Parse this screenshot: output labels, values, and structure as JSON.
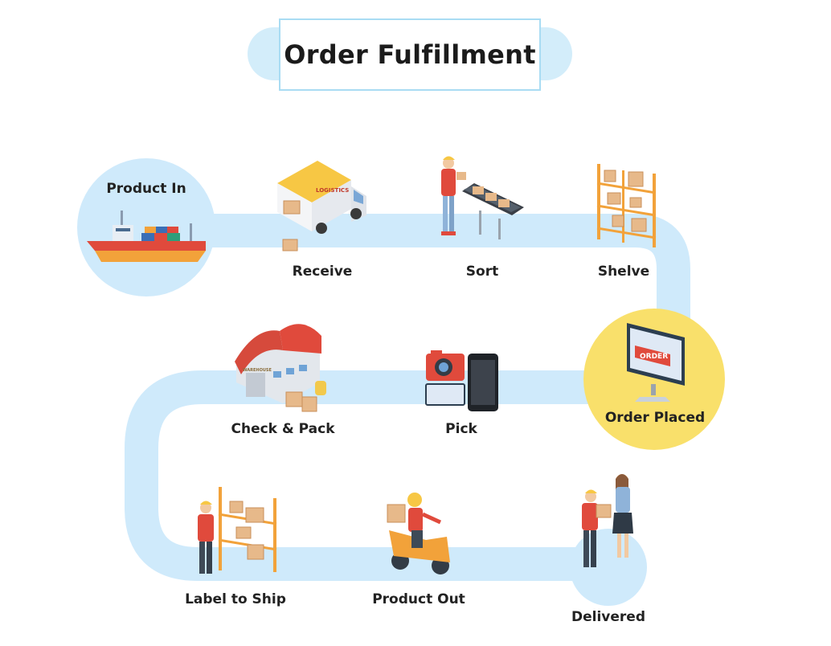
{
  "diagram": {
    "title": "Order Fulfillment",
    "steps": [
      {
        "label": "Product In"
      },
      {
        "label": "Receive"
      },
      {
        "label": "Sort"
      },
      {
        "label": "Shelve"
      },
      {
        "label": "Order Placed"
      },
      {
        "label": "Pick"
      },
      {
        "label": "Check & Pack"
      },
      {
        "label": "Label to Ship"
      },
      {
        "label": "Product Out"
      },
      {
        "label": "Delivered"
      }
    ],
    "colors": {
      "path": "#cfeafb",
      "title_pill": "#d3edfa",
      "order_placed_circle": "#f9e06b",
      "accent_red": "#e04a3c",
      "accent_orange": "#f2a23a",
      "box_tan": "#e7b98a",
      "truck_yellow": "#f7c744"
    },
    "icons": [
      "ship-icon",
      "delivery-truck-icon",
      "sorting-conveyor-icon",
      "warehouse-shelf-icon",
      "computer-monitor-icon",
      "camera-icon",
      "smartphone-icon",
      "warehouse-building-icon",
      "courier-scooter-icon",
      "delivery-handoff-icon"
    ],
    "truck_text": "LOGISTICS",
    "monitor_text": "ORDER",
    "warehouse_text": "WAREHOUSE"
  }
}
